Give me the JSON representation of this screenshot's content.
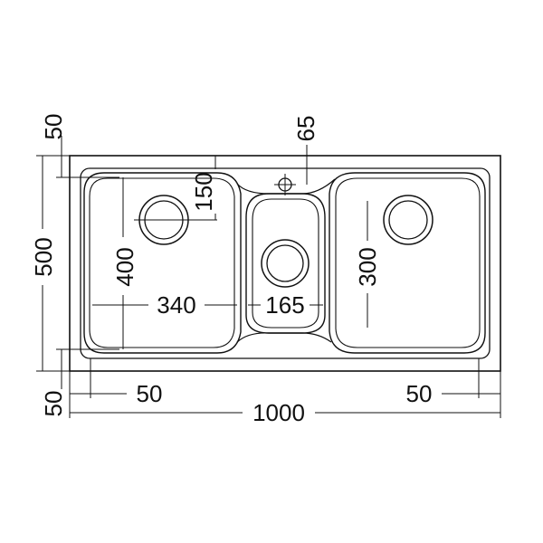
{
  "dimensions": {
    "total_width": "1000",
    "total_height": "500",
    "left_margin": "50",
    "right_margin": "50",
    "top_margin": "50",
    "bottom_margin": "50",
    "left_bowl_width": "340",
    "left_bowl_depth": "400",
    "drain_offset": "150",
    "middle_bowl_width": "165",
    "right_bowl_depth": "300",
    "tap_hole_offset": "65"
  }
}
